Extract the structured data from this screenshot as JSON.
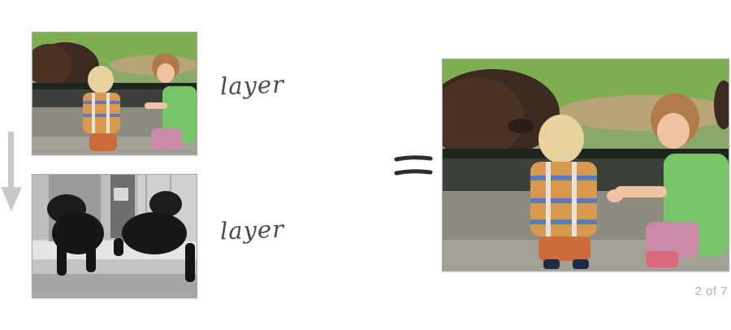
{
  "layers": [
    {
      "label": "layer",
      "photo_icon": "orangutan-kids-photo"
    },
    {
      "label": "layer",
      "photo_icon": "black-dogs-photo"
    }
  ],
  "operator_icon": "equals-icon",
  "flow_icon": "down-arrow-icon",
  "result": {
    "photo_icon": "composite-result-photo"
  },
  "counter": "2 of 7",
  "colors": {
    "label_text": "#4b4b4b",
    "arrow": "#c8c8c8",
    "equals": "#2d2d2d",
    "counter_text": "#b3b3b3",
    "photo_border": "#a9a9a9"
  }
}
